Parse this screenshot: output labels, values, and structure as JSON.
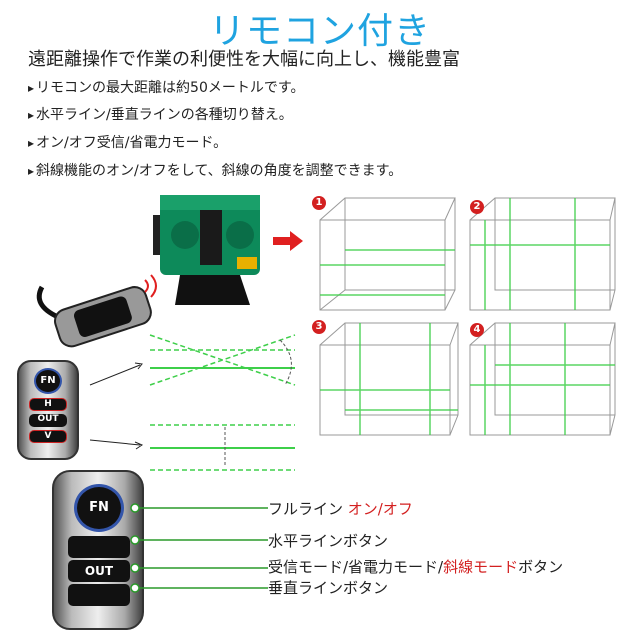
{
  "title": "リモコン付き",
  "subtitle": "遠距離操作で作業の利便性を大幅に向上し、機能豊富",
  "bullets": [
    "リモコンの最大距離は約50メートルです。",
    "水平ライン/垂直ラインの各種切り替え。",
    "オン/オフ受信/省電力モード。",
    "斜線機能のオン/オフをして、斜線の角度を調整できます。"
  ],
  "modes": [
    "1",
    "2",
    "3",
    "4"
  ],
  "remote_buttons": {
    "fn": "FN",
    "h": "H",
    "out": "OUT",
    "v": "V"
  },
  "labels": {
    "full_line": "フルライン",
    "full_line_onoff": "オン/オフ",
    "horizontal": "水平ラインボタン",
    "receive_a": "受信モード/省電力モード/",
    "receive_b": "斜線モード",
    "receive_c": "ボタン",
    "vertical": "垂直ラインボタン"
  },
  "colors": {
    "title": "#1fa3e0",
    "accent": "#d32020",
    "laser": "#3ecf4a"
  }
}
